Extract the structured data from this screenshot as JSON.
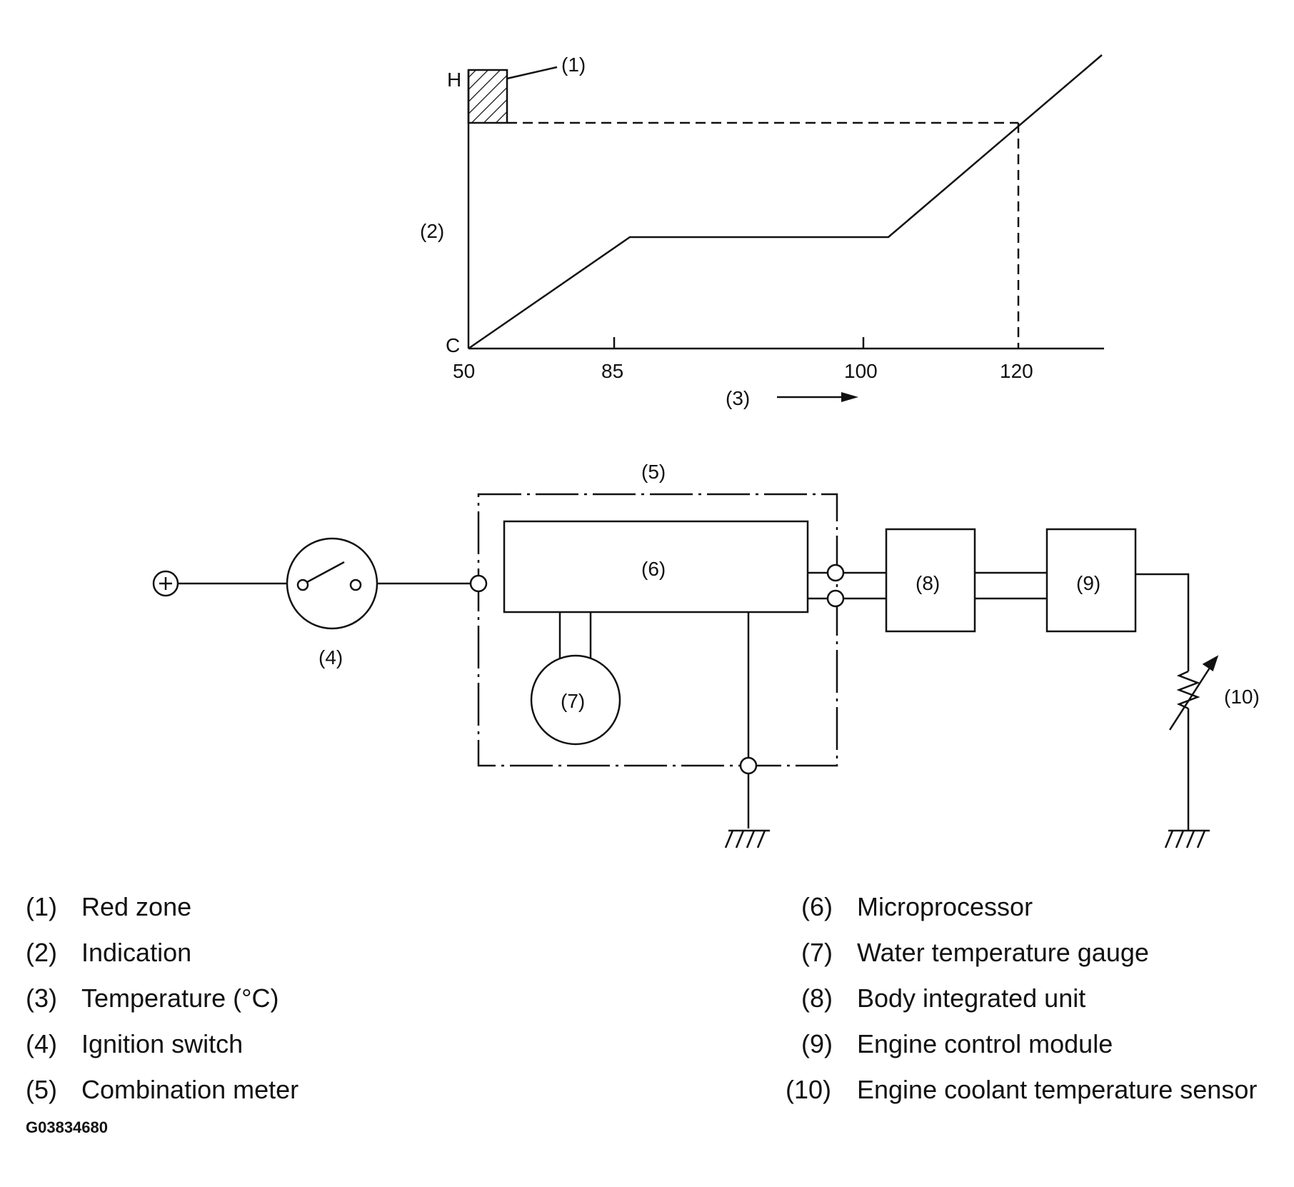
{
  "graph": {
    "y_top": "H",
    "y_bottom": "C",
    "callout_red_zone": "(1)",
    "y_axis_callout": "(2)",
    "x_axis_callout": "(3)",
    "x_ticks": [
      "50",
      "85",
      "100",
      "120"
    ]
  },
  "circuit": {
    "plus_symbol": "+",
    "callout_ignition": "(4)",
    "callout_meter": "(5)",
    "callout_micro": "(6)",
    "callout_gauge": "(7)",
    "callout_biu": "(8)",
    "callout_ecm": "(9)",
    "callout_sensor": "(10)"
  },
  "legend": {
    "left": [
      {
        "num": "(1)",
        "text": "Red zone"
      },
      {
        "num": "(2)",
        "text": "Indication"
      },
      {
        "num": "(3)",
        "text": "Temperature (°C)"
      },
      {
        "num": "(4)",
        "text": "Ignition switch"
      },
      {
        "num": "(5)",
        "text": "Combination meter"
      }
    ],
    "right": [
      {
        "num": "(6)",
        "text": "Microprocessor"
      },
      {
        "num": "(7)",
        "text": "Water temperature gauge"
      },
      {
        "num": "(8)",
        "text": "Body integrated unit"
      },
      {
        "num": "(9)",
        "text": "Engine control module"
      },
      {
        "num": "(10)",
        "text": "Engine coolant temperature sensor"
      }
    ]
  },
  "figure_code": "G03834680"
}
